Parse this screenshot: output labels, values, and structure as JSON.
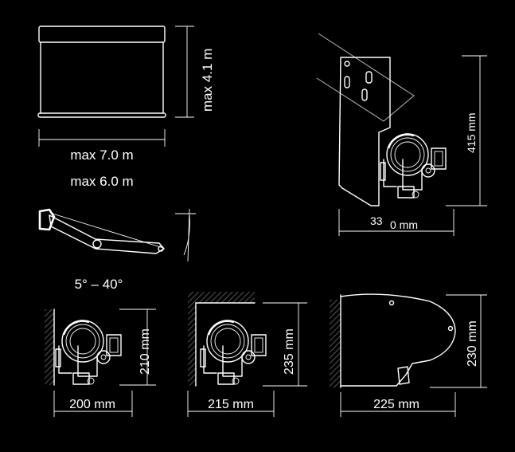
{
  "labels": {
    "max_height": "max 4.1 m",
    "max_width_1": "max 7.0 m",
    "max_width_2": "max 6.0 m",
    "angle_range": "5° – 40°",
    "side_height": "415 mm",
    "side_depth_a": "33",
    "side_depth_b": "0 mm",
    "v1_height": "210 mm",
    "v1_width": "200 mm",
    "v2_height": "235 mm",
    "v2_width": "215 mm",
    "v3_height": "230 mm",
    "v3_width": "225 mm"
  }
}
